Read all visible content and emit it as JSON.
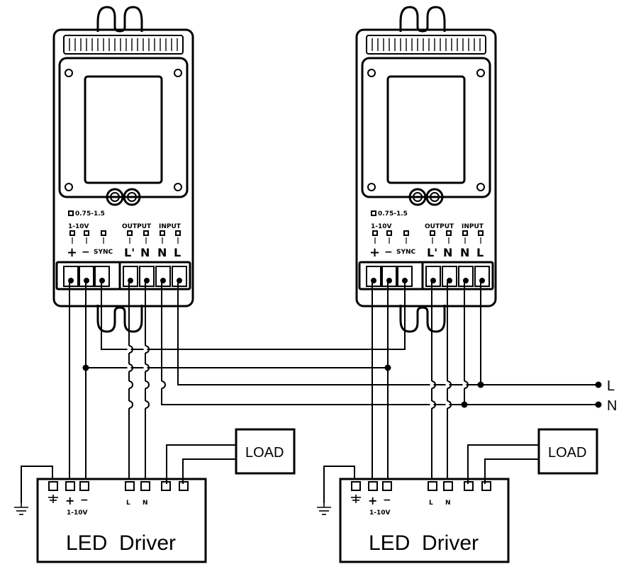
{
  "wire_labels": {
    "line": "L",
    "neutral": "N"
  },
  "sensor": {
    "wire_gauge": "0.75-1.5",
    "dim_label": "1-10V",
    "output_label": "OUTPUT",
    "input_label": "INPUT",
    "terminals": [
      "+",
      "−",
      "SYNC",
      "L'",
      "N",
      "N",
      "L"
    ]
  },
  "load_label": "LOAD",
  "driver": {
    "name": "LED  Driver",
    "plus": "+",
    "minus": "−",
    "dim_label": "1-10V",
    "line": "L",
    "neutral": "N"
  }
}
